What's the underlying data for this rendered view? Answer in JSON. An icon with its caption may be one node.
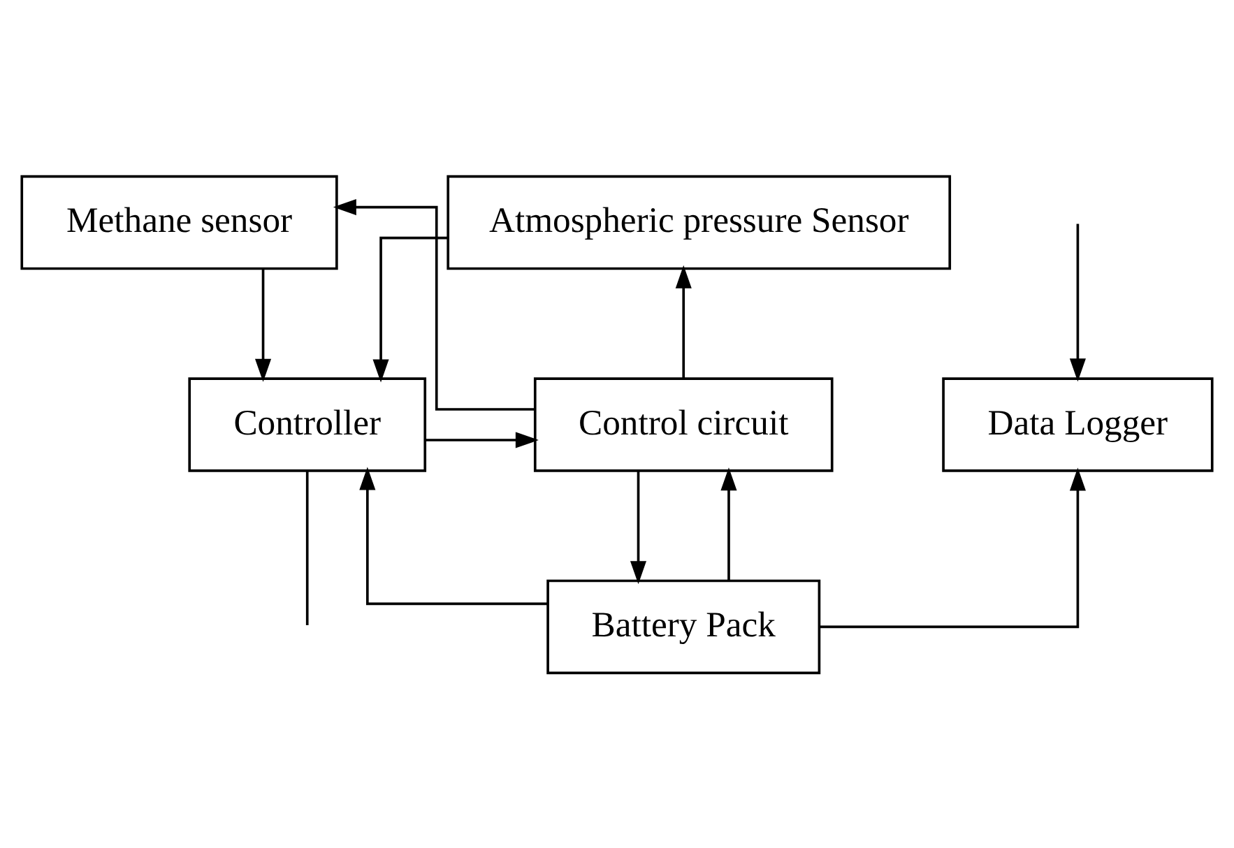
{
  "diagram": {
    "nodes": [
      {
        "text": [
          "Methane sensor"
        ]
      },
      {
        "text": [
          "Atmospheric pressure Sensor"
        ]
      },
      {
        "text": [
          "Controller"
        ]
      },
      {
        "text": [
          "Control circuit"
        ]
      },
      {
        "text": [
          "Data Logger"
        ]
      },
      {
        "text": [
          "Battery Pack"
        ]
      }
    ],
    "edges": [
      {
        "from": 0,
        "to": 2,
        "arrow": "to"
      },
      {
        "from": 3,
        "to": 0,
        "arrow": "to"
      },
      {
        "from": 3,
        "to": 1,
        "arrow": "to"
      },
      {
        "from": 1,
        "to": 2,
        "arrow": "to"
      },
      {
        "from": 2,
        "to": 3,
        "arrow": "to"
      },
      {
        "from": 3,
        "to": 5,
        "arrow": "to"
      },
      {
        "from": 5,
        "to": 3,
        "arrow": "to"
      },
      {
        "from": 5,
        "to": 2,
        "arrow": "to"
      },
      {
        "from": 5,
        "to": 4,
        "arrow": "to"
      },
      {
        "from": 2,
        "to": null,
        "arrow": "none"
      },
      {
        "from": null,
        "to": 4,
        "arrow": "to"
      }
    ]
  }
}
